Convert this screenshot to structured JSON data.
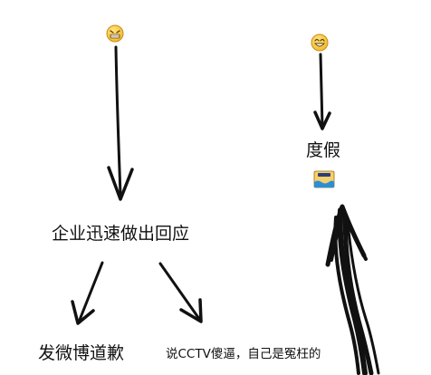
{
  "nodes": {
    "left_emoji": {
      "icon": "grimacing-face-icon"
    },
    "right_emoji": {
      "icon": "grinning-face-icon"
    },
    "enterprise": {
      "text": "企业迅速做出回应"
    },
    "weibo": {
      "text": "发微博道歉"
    },
    "cctv": {
      "text": "说CCTV傻逼，自己是冤枉的"
    },
    "vacation": {
      "text": "度假"
    },
    "vacation_icon": {
      "icon": "swimmer-icon"
    }
  },
  "colors": {
    "ink": "#111111",
    "emoji_yellow": "#f6c945",
    "emoji_outline": "#c98a12",
    "water_blue": "#2a8fd6"
  }
}
